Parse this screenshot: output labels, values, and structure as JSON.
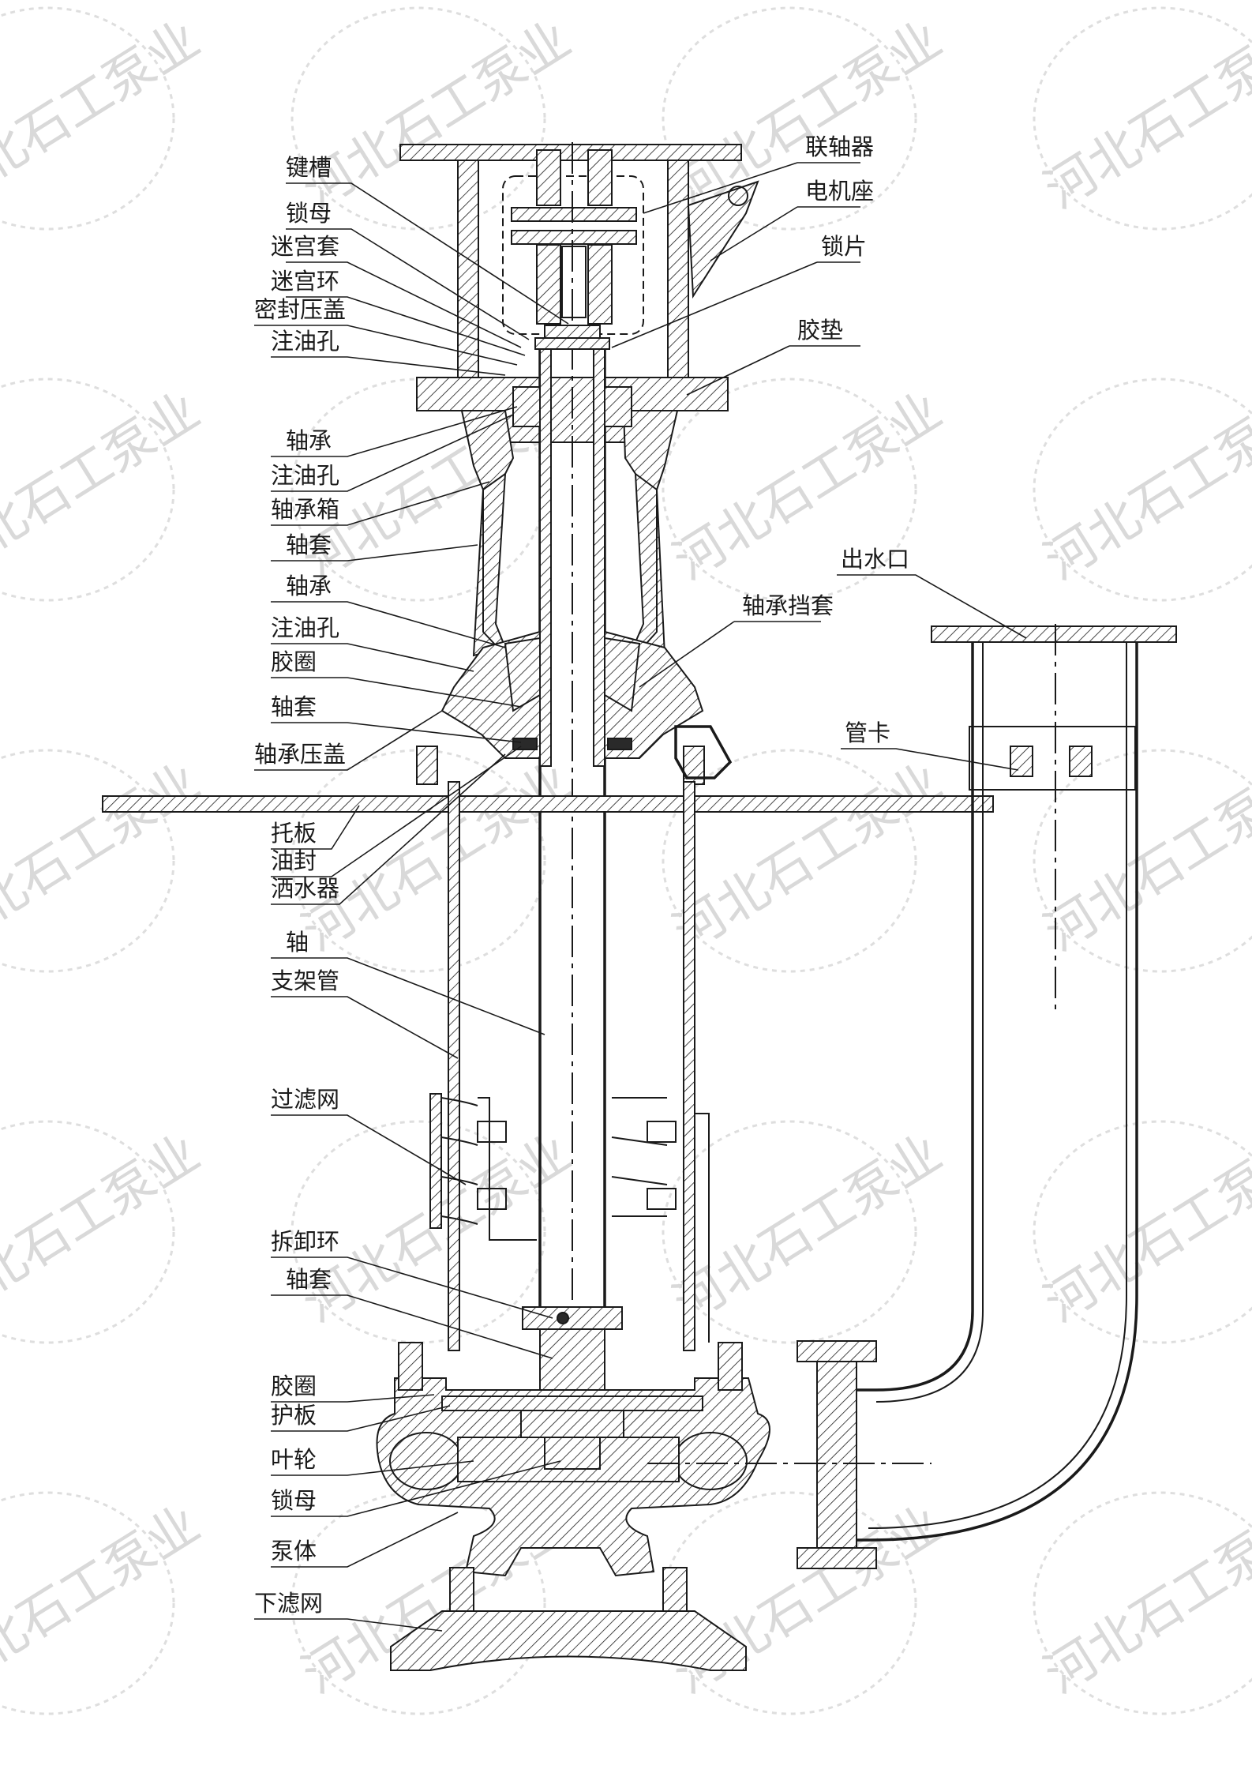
{
  "watermark": "河北石工泵业",
  "labels": {
    "left": [
      {
        "id": "keyway",
        "text": "键槽"
      },
      {
        "id": "lock_nut_top",
        "text": "锁母"
      },
      {
        "id": "labyrinth_sleeve",
        "text": "迷宫套"
      },
      {
        "id": "labyrinth_ring",
        "text": "迷宫环"
      },
      {
        "id": "seal_gland",
        "text": "密封压盖"
      },
      {
        "id": "oil_hole_1",
        "text": "注油孔"
      },
      {
        "id": "bearing_1",
        "text": "轴承"
      },
      {
        "id": "oil_hole_2",
        "text": "注油孔"
      },
      {
        "id": "bearing_box",
        "text": "轴承箱"
      },
      {
        "id": "shaft_sleeve_1",
        "text": "轴套"
      },
      {
        "id": "bearing_2",
        "text": "轴承"
      },
      {
        "id": "oil_hole_3",
        "text": "注油孔"
      },
      {
        "id": "rubber_ring_1",
        "text": "胶圈"
      },
      {
        "id": "shaft_sleeve_2",
        "text": "轴套"
      },
      {
        "id": "bearing_gland",
        "text": "轴承压盖"
      },
      {
        "id": "support_plate",
        "text": "托板"
      },
      {
        "id": "oil_seal",
        "text": "油封"
      },
      {
        "id": "sprinkler",
        "text": "洒水器"
      },
      {
        "id": "shaft",
        "text": "轴"
      },
      {
        "id": "support_pipe",
        "text": "支架管"
      },
      {
        "id": "strainer",
        "text": "过滤网"
      },
      {
        "id": "removal_ring",
        "text": "拆卸环"
      },
      {
        "id": "shaft_sleeve_3",
        "text": "轴套"
      },
      {
        "id": "rubber_ring_2",
        "text": "胶圈"
      },
      {
        "id": "guard_plate",
        "text": "护板"
      },
      {
        "id": "impeller",
        "text": "叶轮"
      },
      {
        "id": "lock_nut_bottom",
        "text": "锁母"
      },
      {
        "id": "pump_body",
        "text": "泵体"
      },
      {
        "id": "lower_strainer",
        "text": "下滤网"
      }
    ],
    "right": [
      {
        "id": "coupling",
        "text": "联轴器"
      },
      {
        "id": "motor_seat",
        "text": "电机座"
      },
      {
        "id": "lock_plate",
        "text": "锁片"
      },
      {
        "id": "rubber_pad",
        "text": "胶垫"
      },
      {
        "id": "outlet",
        "text": "出水口"
      },
      {
        "id": "bearing_spacer",
        "text": "轴承挡套"
      },
      {
        "id": "pipe_clamp",
        "text": "管卡"
      }
    ]
  }
}
